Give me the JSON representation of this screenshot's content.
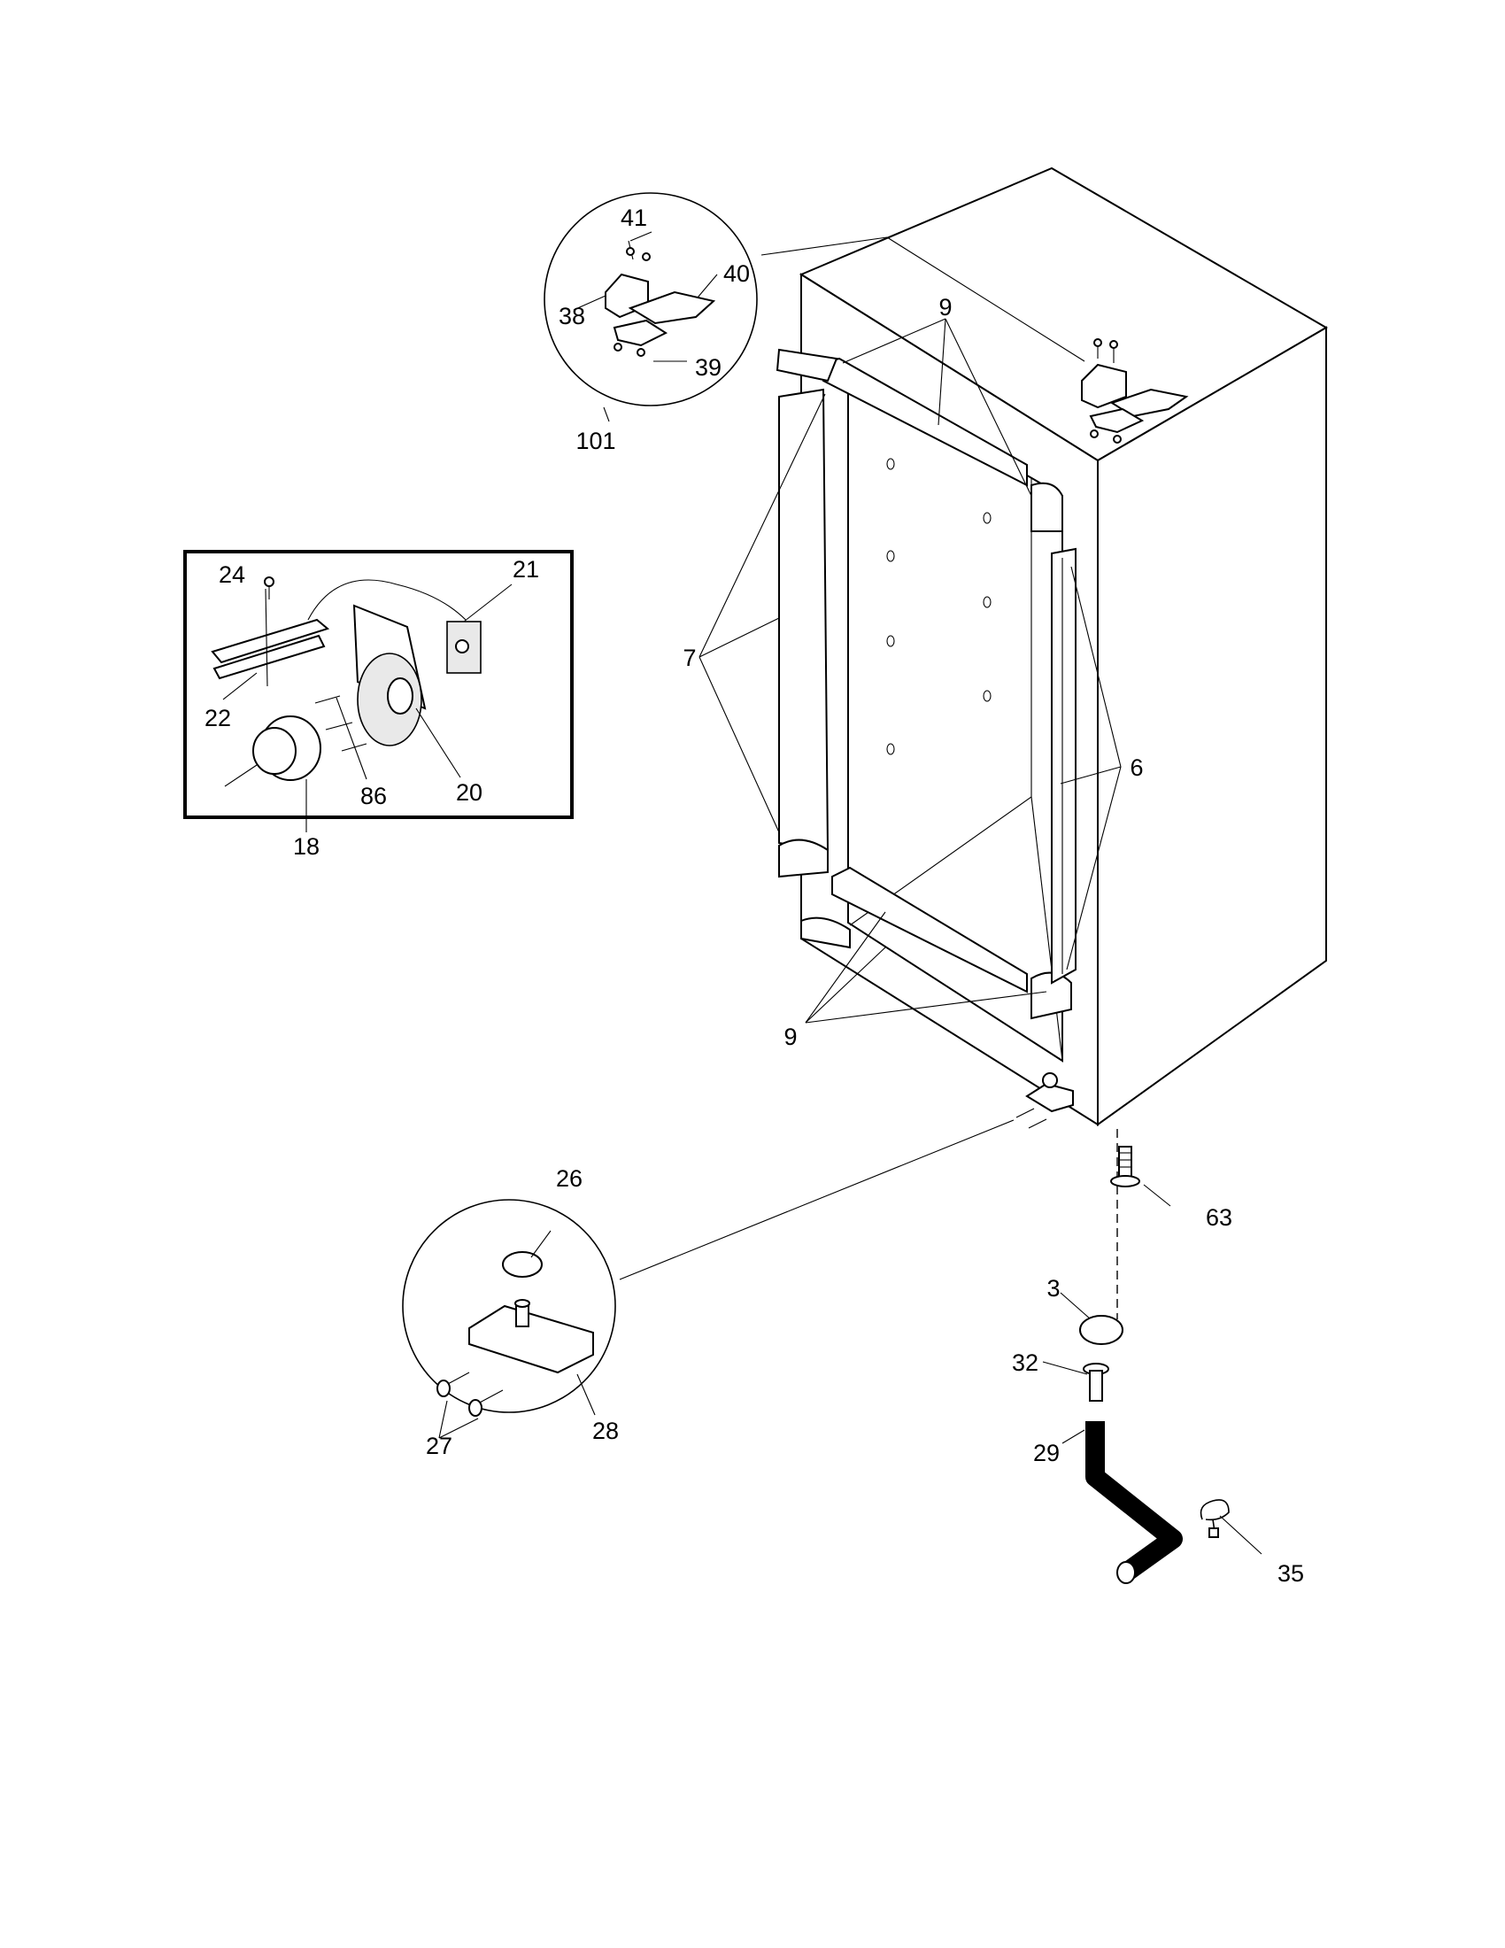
{
  "callouts": {
    "c41": "41",
    "c40": "40",
    "c38": "38",
    "c39": "39",
    "c101": "101",
    "c9_top": "9",
    "c7": "7",
    "c6": "6",
    "c9_bottom": "9",
    "c24": "24",
    "c21": "21",
    "c22": "22",
    "c86": "86",
    "c20": "20",
    "c18": "18",
    "c26": "26",
    "c63": "63",
    "c3": "3",
    "c32": "32",
    "c29": "29",
    "c35": "35",
    "c27": "27",
    "c28": "28"
  }
}
